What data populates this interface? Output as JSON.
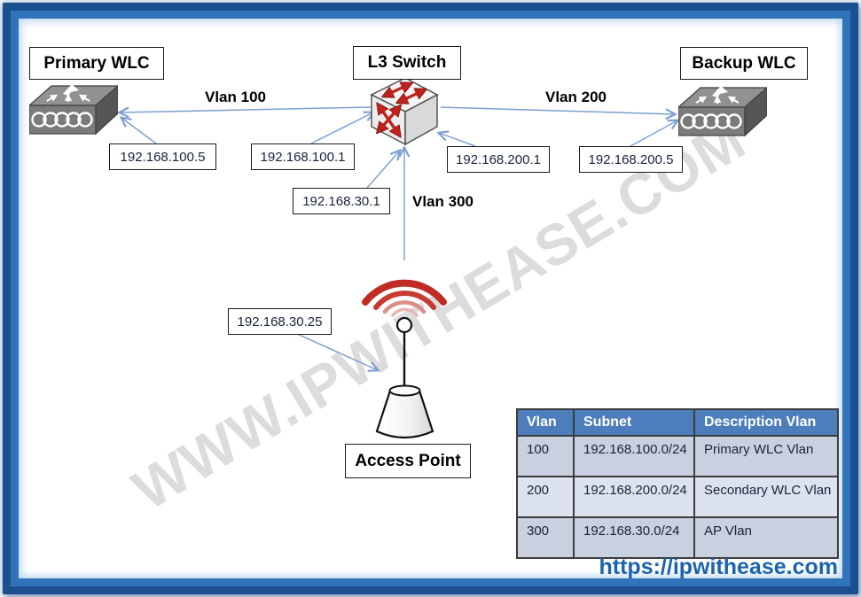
{
  "labels": {
    "primary_wlc": "Primary WLC",
    "l3_switch": "L3 Switch",
    "backup_wlc": "Backup WLC",
    "access_point": "Access Point",
    "vlan100": "Vlan 100",
    "vlan200": "Vlan 200",
    "vlan300": "Vlan 300"
  },
  "ips": {
    "primary_wlc_ip": "192.168.100.5",
    "switch_vlan100_ip": "192.168.100.1",
    "switch_vlan200_ip": "192.168.200.1",
    "backup_wlc_ip": "192.168.200.5",
    "switch_vlan300_ip": "192.168.30.1",
    "ap_ip": "192.168.30.25"
  },
  "table": {
    "headers": [
      "Vlan",
      "Subnet",
      "Description Vlan"
    ],
    "rows": [
      [
        "100",
        "192.168.100.0/24",
        "Primary WLC Vlan"
      ],
      [
        "200",
        "192.168.200.0/24",
        "Secondary WLC Vlan"
      ],
      [
        "300",
        "192.168.30.0/24",
        "AP Vlan"
      ]
    ]
  },
  "watermark": "WWW.IPWITHEASE.COM",
  "footer_url": "https://ipwithease.com",
  "icons": {
    "primary_wlc": "wlc-device-icon",
    "backup_wlc": "wlc-device-icon",
    "l3_switch": "l3-switch-icon",
    "access_point": "access-point-antenna-icon"
  },
  "colors": {
    "connector_blue": "#7da0cf",
    "frame_dark_blue": "#1b4f8f",
    "frame_mid_blue": "#2f74b8",
    "table_header_bg": "#4d7ebb",
    "table_row_dark": "#c9d1e1",
    "table_row_light": "#dde3ee",
    "switch_arrow_red": "#c0221c",
    "url_blue": "#1b64ad"
  }
}
